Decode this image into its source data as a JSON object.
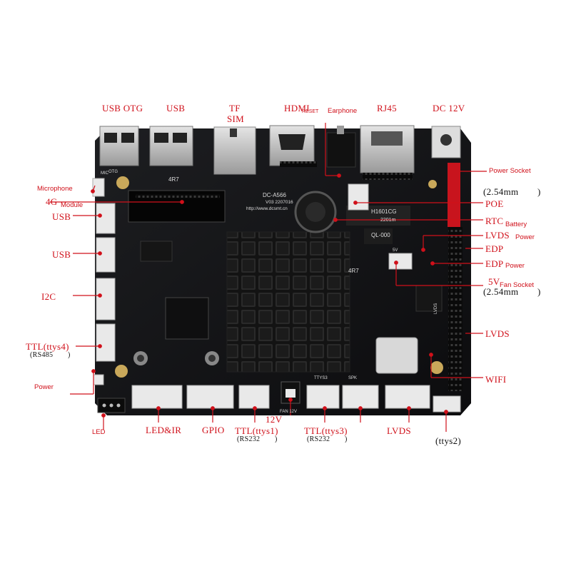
{
  "colors": {
    "label": "#d0101a",
    "leader": "#d0101a",
    "pcb": "#111214",
    "white_connector": "#e9e9e9"
  },
  "silkscreen": {
    "model": "DC-A566",
    "version": "V03 2207016",
    "website": "http://www.dcsmt.cn",
    "chip_code": "QL-000",
    "chip_mark": "H1601CG",
    "chip_mark2": "2201m",
    "inductor": "4R7",
    "fan_label": "FAN 12V",
    "ttys3_mark": "TTYS3",
    "spk_mark": "SPK",
    "lvds_mark": "LVDS",
    "mic_mark": "MIC",
    "otg_mark": "OTG",
    "fan_5v": "5V"
  },
  "labels": {
    "usb_otg": "USB OTG",
    "usb_top": "USB",
    "tf": "TF",
    "sim": "SIM",
    "hdmi": "HDMI",
    "reset": "RESET",
    "earphone": "Earphone",
    "rj45": "RJ45",
    "dc12v": "DC 12V",
    "power_socket": "Power Socket",
    "pitch_1": "(2.54mm　　)",
    "microphone": "Microphone",
    "fourg": "4G",
    "module": "Module",
    "poe": "POE",
    "usb_l1": "USB",
    "rtc": "RTC",
    "battery": "Battery",
    "lvds_r1": "LVDS",
    "power_r1": "Power",
    "usb_l2": "USB",
    "edp_r1": "EDP",
    "edp_r2": "EDP",
    "power_r2": "Power",
    "fivev": "5V",
    "fan_socket": "Fan Socket",
    "pitch_2": "(2.54mm　　)",
    "i2c": "I2C",
    "lvds_r2": "LVDS",
    "ttl4": "TTL(ttys4)",
    "rs485": "(RS485　　)",
    "wifi": "WIFI",
    "power_l": "Power",
    "led": "LED",
    "led_ir": "LED&IR",
    "gpio": "GPIO",
    "ttl1": "TTL(ttys1)",
    "rs232_1": "(RS232　　)",
    "twelvev": "12V",
    "ttl3": "TTL(ttys3)",
    "rs232_3": "(RS232　　)",
    "lvds_b": "LVDS",
    "ttys2": "(ttys2)"
  }
}
